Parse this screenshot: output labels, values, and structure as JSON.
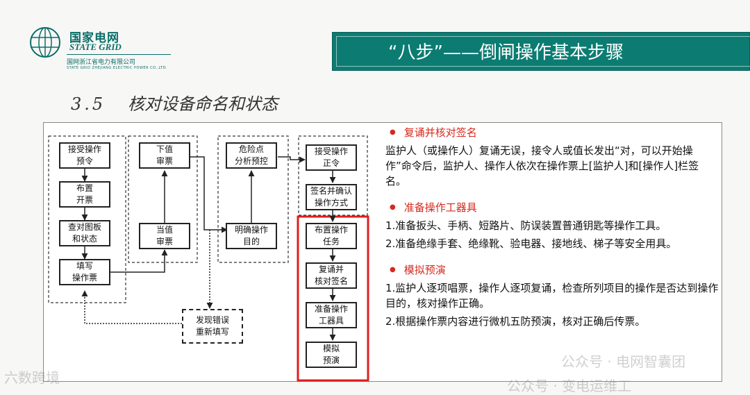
{
  "logo": {
    "cn": "国家电网",
    "en": "STATE GRID",
    "sub": "国网浙江省电力有限公司",
    "sub_en": "STATE GRID ZHEJIANG ELECTRIC POWER CO.,LTD."
  },
  "title": "“八步”——倒闸操作基本步骤",
  "section": {
    "number": "3.5",
    "title": "核对设备命名和状态"
  },
  "flow": {
    "col1": [
      {
        "l1": "接受操作",
        "l2": "预令"
      },
      {
        "l1": "布置",
        "l2": "开票"
      },
      {
        "l1": "查对图板",
        "l2": "和状态"
      },
      {
        "l1": "填写",
        "l2": "操作票"
      }
    ],
    "col2": [
      {
        "l1": "下值",
        "l2": "审票"
      },
      {
        "l1": "当值",
        "l2": "审票"
      }
    ],
    "col3": [
      {
        "l1": "危险点",
        "l2": "分析预控"
      },
      {
        "l1": "明确操作",
        "l2": "目的"
      }
    ],
    "col4": [
      {
        "l1": "接受操作",
        "l2": "正令"
      },
      {
        "l1": "签名并确认",
        "l2": "操作方式"
      },
      {
        "l1": "布置操作",
        "l2": "任务"
      },
      {
        "l1": "复诵并",
        "l2": "核对签名"
      },
      {
        "l1": "准备操作",
        "l2": "工器具"
      },
      {
        "l1": "模拟",
        "l2": "预演"
      }
    ],
    "error_box": {
      "l1": "发现错误",
      "l2": "重新填写"
    }
  },
  "content": {
    "h1": "复诵并核对签名",
    "p1": "监护人（或操作人）复诵无误，接令人或值长发出“对，可以开始操作”命令后，监护人、操作人依次在操作票上[监护人]和[操作人]栏签名。",
    "h2": "准备操作工器具",
    "p2a": "1.准备扳头、手柄、短路片、防误装置普通钥匙等操作工具。",
    "p2b": "2.准备绝缘手套、绝缘靴、验电器、接地线、梯子等安全用具。",
    "h3": "模拟预演",
    "p3a": "1.监护人逐项唱票，操作人逐项复诵，检查所列项目的操作是否达到操作目的，核对操作正确。",
    "p3b": "2.根据操作票内容进行微机五防预演，核对正确后传票。"
  },
  "watermarks": {
    "left": "六数跨境",
    "right1": "公众号 · 电网智囊团",
    "right2": "公众号 · 变电运维工"
  },
  "colors": {
    "brand": "#0c7c72",
    "bullet": "#d42a20",
    "highlight": "#e01e1e"
  }
}
